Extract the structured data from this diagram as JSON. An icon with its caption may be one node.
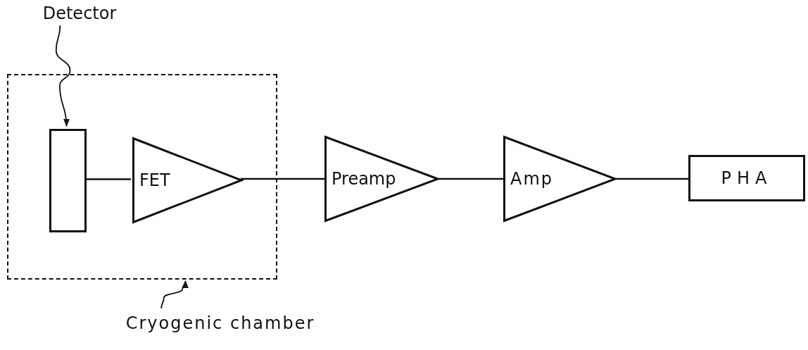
{
  "diagram": {
    "nodes": [
      {
        "text": [
          "Detector"
        ]
      },
      {
        "text": [],
        "shape": "box"
      },
      {
        "text": [],
        "shape": "box",
        "in": 1
      },
      {
        "text": [
          "FET"
        ],
        "in": 1
      },
      {
        "text": [
          "Preamp"
        ]
      },
      {
        "text": [
          "Amp"
        ]
      },
      {
        "text": [
          "PHA"
        ]
      },
      {
        "text": [
          "Cryogenic chamber"
        ]
      }
    ],
    "edges": [
      {
        "from": 0,
        "to": 2,
        "arrow": "to"
      },
      {
        "from": 7,
        "to": 1,
        "arrow": "to"
      },
      {
        "from": 2,
        "to": 3,
        "arrow": "none"
      },
      {
        "from": 3,
        "to": 4,
        "arrow": "none"
      },
      {
        "from": 4,
        "to": 5,
        "arrow": "none"
      },
      {
        "from": 5,
        "to": 6,
        "arrow": "none"
      }
    ]
  }
}
